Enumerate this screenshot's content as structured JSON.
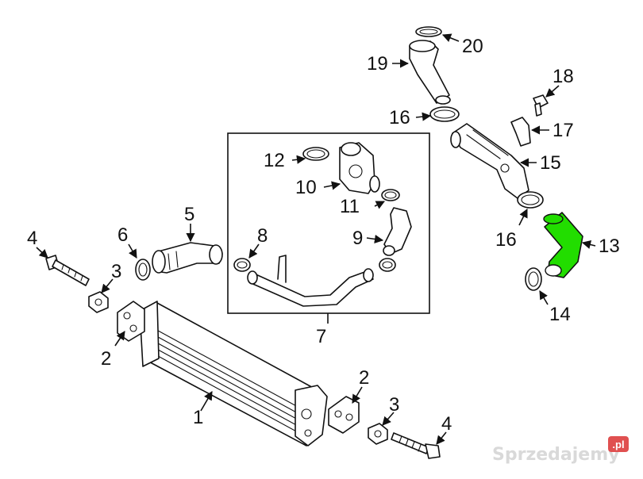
{
  "diagram": {
    "highlight_color": "#22dd00",
    "callouts": {
      "c1": "1",
      "c2a": "2",
      "c2b": "2",
      "c3a": "3",
      "c3b": "3",
      "c4a": "4",
      "c4b": "4",
      "c5": "5",
      "c6": "6",
      "c7": "7",
      "c8": "8",
      "c9": "9",
      "c10": "10",
      "c11": "11",
      "c12": "12",
      "c13": "13",
      "c14": "14",
      "c15": "15",
      "c16a": "16",
      "c16b": "16",
      "c17": "17",
      "c18": "18",
      "c19": "19",
      "c20": "20"
    }
  },
  "watermark": {
    "text": "Sprzedajemy",
    "badge": ".pl"
  }
}
